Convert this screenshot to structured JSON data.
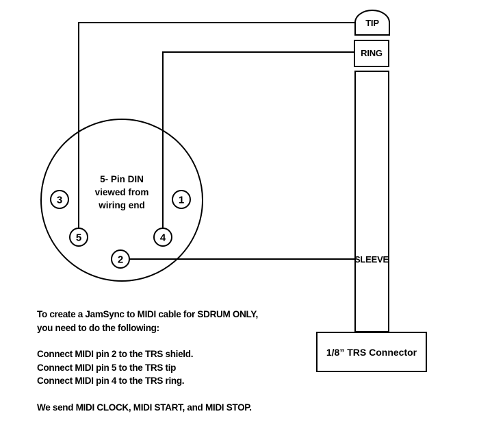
{
  "din": {
    "label_lines": [
      "5- Pin DIN",
      "viewed from",
      "wiring end"
    ],
    "pins": {
      "p1": "1",
      "p2": "2",
      "p3": "3",
      "p4": "4",
      "p5": "5"
    }
  },
  "trs": {
    "tip": "TIP",
    "ring": "RING",
    "sleeve": "SLEEVE",
    "connector": "1/8” TRS Connector"
  },
  "notes": {
    "intro": [
      "To create a JamSync to MIDI cable for SDRUM ONLY,",
      "you need to do the following:"
    ],
    "steps": [
      "Connect MIDI pin 2 to the TRS shield.",
      "Connect MIDI pin 5 to the TRS tip",
      "Connect MIDI pin 4 to the TRS ring."
    ],
    "footer": "We send MIDI CLOCK, MIDI START, and MIDI STOP."
  }
}
